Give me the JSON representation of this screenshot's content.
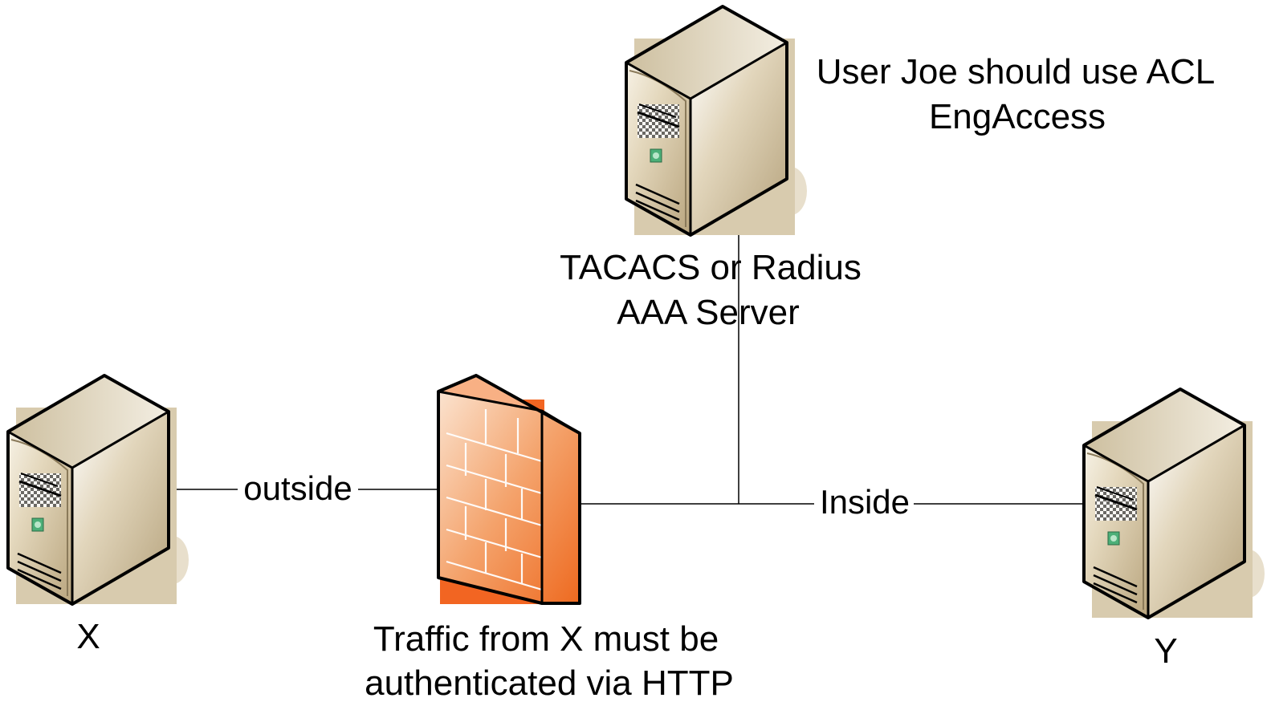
{
  "annotation": {
    "line1": "User Joe should use ACL",
    "line2": "EngAccess"
  },
  "aaa_server": {
    "label_line1": "TACACS or Radius",
    "label_line2": "AAA Server",
    "icon": "server-tower-icon"
  },
  "host_x": {
    "label": "X",
    "icon": "server-tower-icon"
  },
  "host_y": {
    "label": "Y",
    "icon": "server-tower-icon"
  },
  "firewall": {
    "label_line1": "Traffic from X must be",
    "label_line2": "authenticated via HTTP",
    "icon": "firewall-brick-icon"
  },
  "links": {
    "outside": "outside",
    "inside": "Inside"
  },
  "colors": {
    "server_front": "#d9ccb0",
    "server_side": "#c4b38f",
    "server_top": "#efe8d8",
    "firewall_front": "#f26522",
    "firewall_side": "#f5a06a",
    "line": "#000000"
  }
}
